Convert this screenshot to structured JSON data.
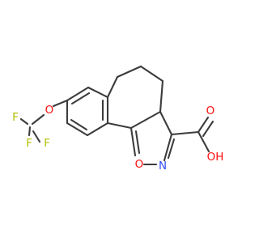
{
  "atoms": [
    {
      "id": "F1",
      "symbol": "F",
      "color": "#b2bf00"
    },
    {
      "id": "F2",
      "symbol": "F",
      "color": "#b2bf00"
    },
    {
      "id": "F3",
      "symbol": "F",
      "color": "#b2bf00"
    },
    {
      "id": "O_ether",
      "symbol": "O",
      "color": "#ff0d0d"
    },
    {
      "id": "O_ring",
      "symbol": "O",
      "color": "#ff0d0d"
    },
    {
      "id": "N_ring",
      "symbol": "N",
      "color": "#3050f8"
    },
    {
      "id": "O_carbonyl",
      "symbol": "O",
      "color": "#ff0d0d"
    },
    {
      "id": "OH",
      "symbol": "OH",
      "color": "#ff0d0d"
    }
  ],
  "bond_color": "#3c3c3c"
}
